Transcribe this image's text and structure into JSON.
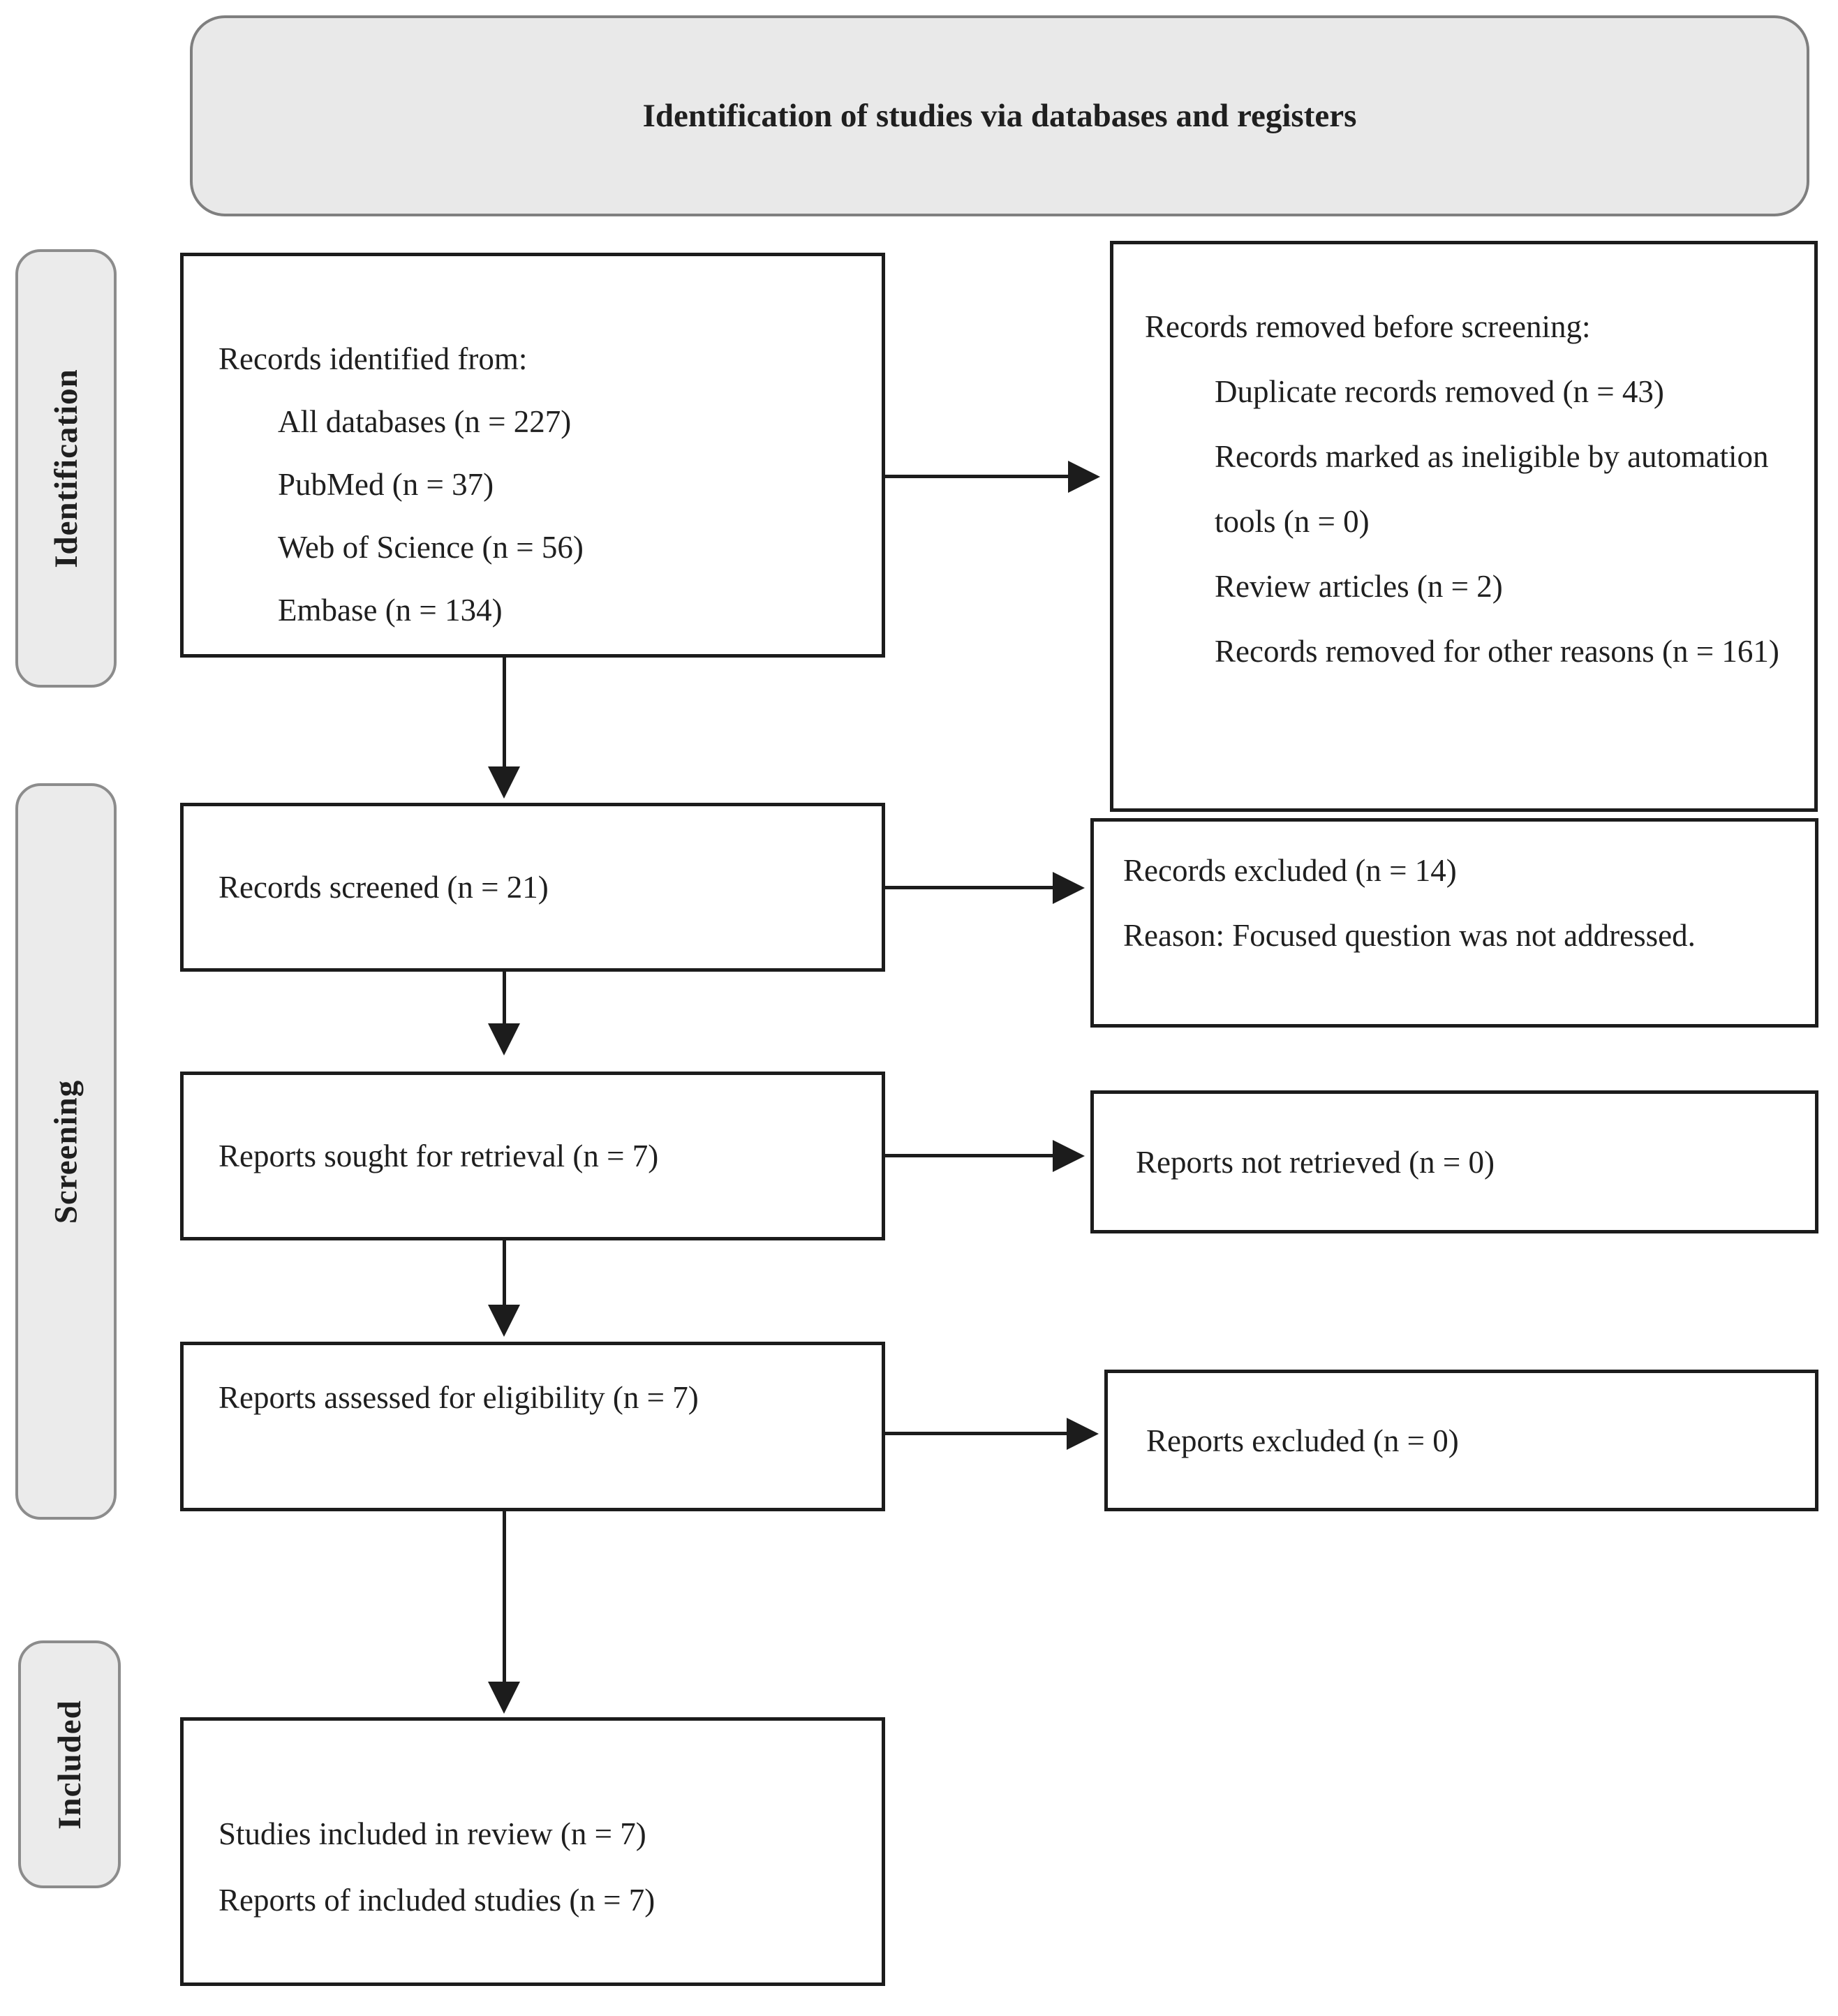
{
  "title": "Identification of studies via databases and registers",
  "stages": {
    "identification": "Identification",
    "screening": "Screening",
    "included": "Included"
  },
  "boxes": {
    "records_identified": {
      "intro": "Records identified from:",
      "items": [
        "All databases (n = 227)",
        "PubMed (n = 37)",
        "Web of Science (n = 56)",
        "Embase (n = 134)"
      ]
    },
    "records_removed": {
      "intro": "Records removed before screening:",
      "items": [
        "Duplicate records removed (n = 43)",
        "Records marked as ineligible by automation tools (n = 0)",
        "Review articles (n = 2)",
        "Records removed for other reasons (n = 161)"
      ]
    },
    "records_screened": {
      "text": "Records screened (n = 21)"
    },
    "records_excluded": {
      "line1": "Records excluded (n = 14)",
      "line2": "Reason: Focused question was not addressed."
    },
    "reports_sought": {
      "text": "Reports sought for retrieval (n = 7)"
    },
    "reports_not_retrieved": {
      "text": "Reports not retrieved (n = 0)"
    },
    "reports_assessed": {
      "text": "Reports assessed for eligibility (n = 7)"
    },
    "reports_excluded": {
      "text": "Reports excluded (n = 0)"
    },
    "studies_included": {
      "line1": "Studies included in review (n = 7)",
      "line2": "Reports of included studies (n = 7)"
    }
  },
  "colors": {
    "band_fill": "#ebebeb",
    "band_border": "#8c8c8c",
    "title_fill": "#e9e9e9",
    "box_border": "#1c1c1c",
    "text": "#1f1f1f",
    "arrow": "#1c1c1c"
  }
}
